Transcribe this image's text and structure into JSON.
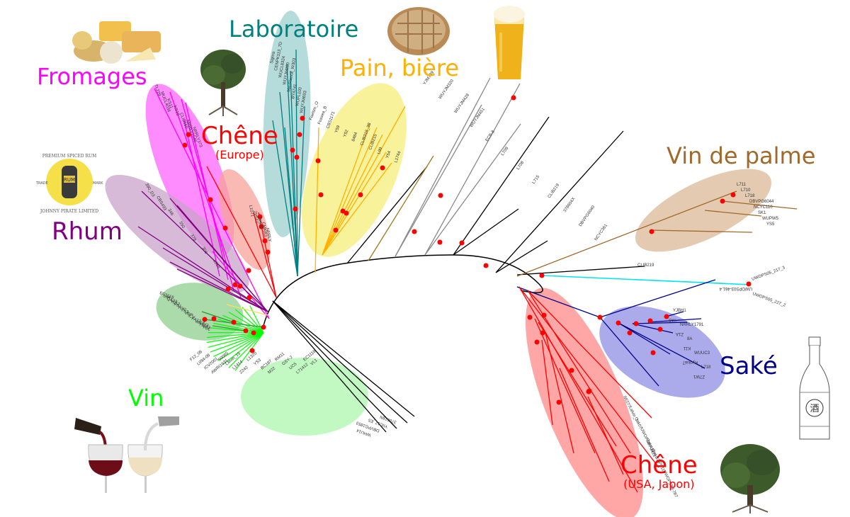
{
  "title": "Arbre phylogénétique des levures Saccharomyces cerevisiae selon leur origine",
  "colors": {
    "node": "#ff0000",
    "backbone": "#000000",
    "grey_branch": "#8a8a8a"
  },
  "groups": [
    {
      "id": "fromages",
      "label": "Fromages",
      "sublabel": "",
      "color": "#ff00ff",
      "fill": "#ff66ff",
      "icon": "cheese-image",
      "leaves": [
        "TL229",
        "MUCL4036",
        "KS11",
        "KS18",
        "CLIB560",
        "NRRLY1546",
        "NRRLY373"
      ]
    },
    {
      "id": "laboratoire",
      "label": "Laboratoire",
      "sublabel": "",
      "color": "#008080",
      "fill": "#9ccfcf",
      "icon": "",
      "leaves": [
        "Sigma",
        "CENPK113_7D",
        "WUCL8324",
        "WUYJM280",
        "MaxPlanck_W303",
        "BY4741",
        "WUFL100",
        "WUYJM693"
      ]
    },
    {
      "id": "pain-biere",
      "label": "Pain, bière",
      "sublabel": "",
      "color": "#ffb000",
      "fill": "#f5ef7a",
      "icon": "bread-image",
      "leaves": [
        "Foelsm_O",
        "Fossea_B",
        "CBS1171",
        "Y59",
        "Y52",
        "8484",
        "CLIB318_3B",
        "CLIB215",
        "L99",
        "Y54",
        "L1744"
      ]
    },
    {
      "id": "chene-europe",
      "label": "Chêne",
      "sublabel": "(Europe)",
      "color": "#ff0000",
      "fill": "#f7a39a",
      "icon": "oak-tree-image",
      "leaves": [
        "L1071",
        "ZP541",
        "ZP560",
        "CMKB3",
        "NRRLY"
      ]
    },
    {
      "id": "rhum",
      "label": "Rhum",
      "sublabel": "",
      "color": "#800080",
      "fill": "#c9a3c9",
      "icon": "rum-logo-image",
      "leaves": [
        "390_D3",
        "CBS493",
        "346",
        "550",
        "378",
        "306",
        "L368"
      ]
    },
    {
      "id": "vin-de-palme",
      "label": "Vin de palme",
      "sublabel": "",
      "color": "#a0692a",
      "fill": "#d9b896",
      "icon": "",
      "leaves": [
        "L711",
        "L710",
        "L718",
        "DBVPG6044",
        "NCYC110",
        "SK1",
        "WUPW5",
        "YS5"
      ]
    },
    {
      "id": "sake",
      "label": "Saké",
      "sublabel": "",
      "color": "#00008b",
      "fill": "#8f8fe6",
      "icon": "sake-bottle-image",
      "leaves": [
        "YJBH1",
        "YA3",
        "NRRLY1791",
        "Z1A",
        "8A",
        "K11",
        "WUUC3",
        "Kyokai7",
        "L718",
        "Z7W1"
      ]
    },
    {
      "id": "vin",
      "label": "Vin",
      "sublabel": "",
      "color": "#00ff00",
      "fill": "#aef5ae",
      "icon": "wine-glasses-image",
      "leaves": [
        "F12_08",
        "L094-08",
        "ICV2001",
        "AWRI1631",
        "50085",
        "Lalvin_15",
        "L1414",
        "Z242",
        "L1320",
        "YS3",
        "BC187",
        "M22",
        "RM11",
        "GSY-2",
        "UC5",
        "L71412",
        "EC1118",
        "VL1"
      ]
    },
    {
      "id": "chene-usa-japon",
      "label": "Chêne",
      "sublabel": "(USA, Japon)",
      "color": "#ff0000",
      "fill": "#ff8a8a",
      "icon": "oak-tree-image",
      "leaves": [
        "IW277",
        "Lalvin_T",
        "Oak07",
        "UWOPS87-2421",
        "OakA11",
        "OakB21",
        "ZP611",
        "UWOPS83-787"
      ]
    }
  ],
  "misc_labels": {
    "green_cluster": [
      "EC1118",
      "58A",
      "QA23",
      "Y012",
      "FS1",
      "YOC",
      "TS3",
      "VRP",
      "ICV",
      "FA12-2",
      "WAJY3",
      "Y9013",
      "YGL"
    ],
    "grey_top": [
      "YJM789",
      "WUYJM320",
      "WUYJM428",
      "WUYJM451",
      "ECB-8",
      "L709",
      "L708",
      "L715",
      "CLIB219",
      "378604X",
      "DBVPG6040",
      "NCYC361"
    ],
    "black_bottom": [
      "378618N",
      "YIIC17_E5",
      "DBVPG1853",
      "WHU14"
    ],
    "cyan": [
      "UWOPS05_217_3",
      "UWOPS03-461.4",
      "UWOPS05_227_2"
    ]
  }
}
